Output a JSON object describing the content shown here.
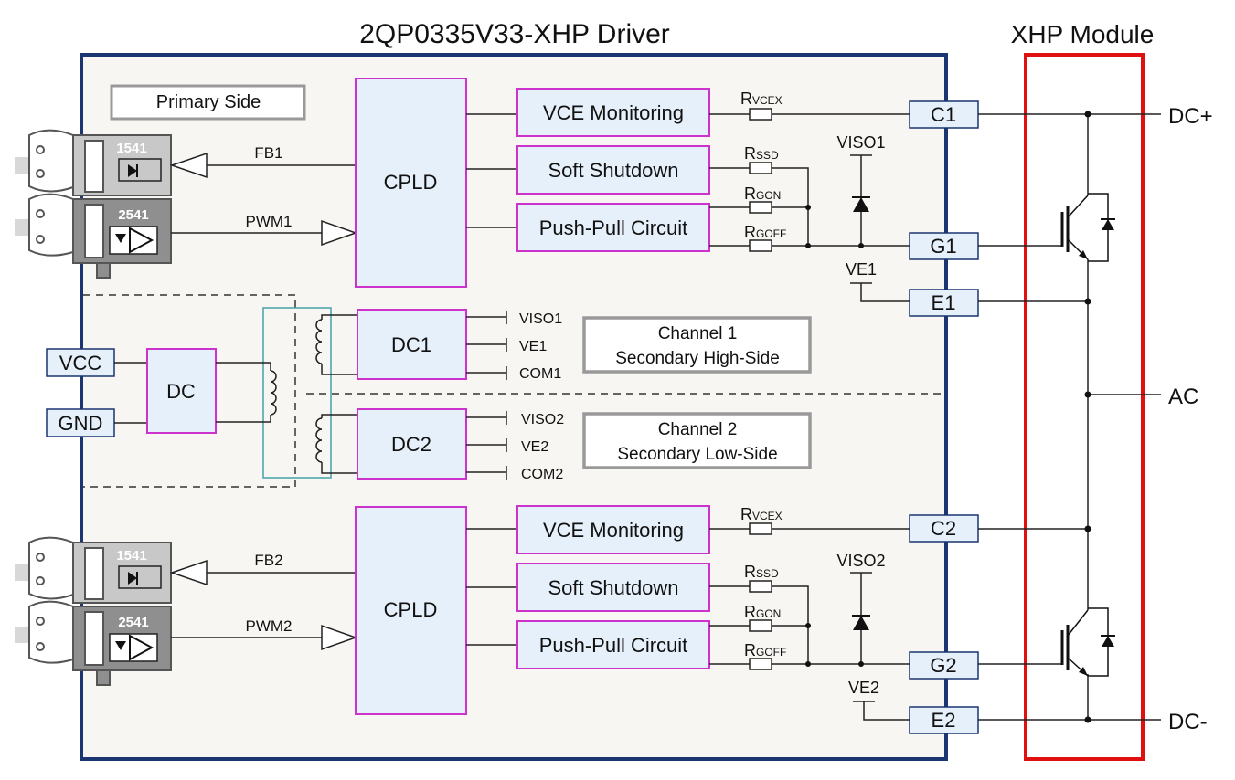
{
  "titles": {
    "driver": "2QP0335V33-XHP Driver",
    "module": "XHP Module"
  },
  "labels": {
    "primary_side": "Primary Side",
    "channel1_line1": "Channel 1",
    "channel1_line2": "Secondary  High-Side",
    "channel2_line1": "Channel 2",
    "channel2_line2": "Secondary  Low-Side"
  },
  "blocks": {
    "cpld": "CPLD",
    "vce_monitoring": "VCE Monitoring",
    "soft_shutdown": "Soft Shutdown",
    "push_pull": "Push-Pull Circuit",
    "dc": "DC",
    "dc1": "DC1",
    "dc2": "DC2"
  },
  "signals": {
    "fb1": "FB1",
    "pwm1": "PWM1",
    "fb2": "FB2",
    "pwm2": "PWM2"
  },
  "connectors": {
    "rx_code": "1541",
    "tx_code": "2541"
  },
  "resistors": {
    "r_main": "R",
    "vcex_sub": "VCEX",
    "ssd_sub": "SSD",
    "gon_sub": "GON",
    "goff_sub": "GOFF"
  },
  "rails": {
    "viso1": "VISO1",
    "ve1": "VE1",
    "viso2": "VISO2",
    "ve2": "VE2",
    "dc1_viso1": "VISO1",
    "dc1_ve1": "VE1",
    "dc1_com1": "COM1",
    "dc2_viso2": "VISO2",
    "dc2_ve2": "VE2",
    "dc2_com2": "COM2"
  },
  "pins": {
    "vcc": "VCC",
    "gnd": "GND",
    "c1": "C1",
    "g1": "G1",
    "e1": "E1",
    "c2": "C2",
    "g2": "G2",
    "e2": "E2"
  },
  "terminals": {
    "dc_plus": "DC+",
    "ac": "AC",
    "dc_minus": "DC-"
  },
  "colors": {
    "driver_border": "#1a3570",
    "driver_fill": "#f8f6f2",
    "block_border": "#cc33cc",
    "block_fill": "#e6f0fa",
    "pin_border": "#1a3570",
    "module_border": "#e01010",
    "label_border": "#999999",
    "transformer_border": "#44a0a8"
  }
}
